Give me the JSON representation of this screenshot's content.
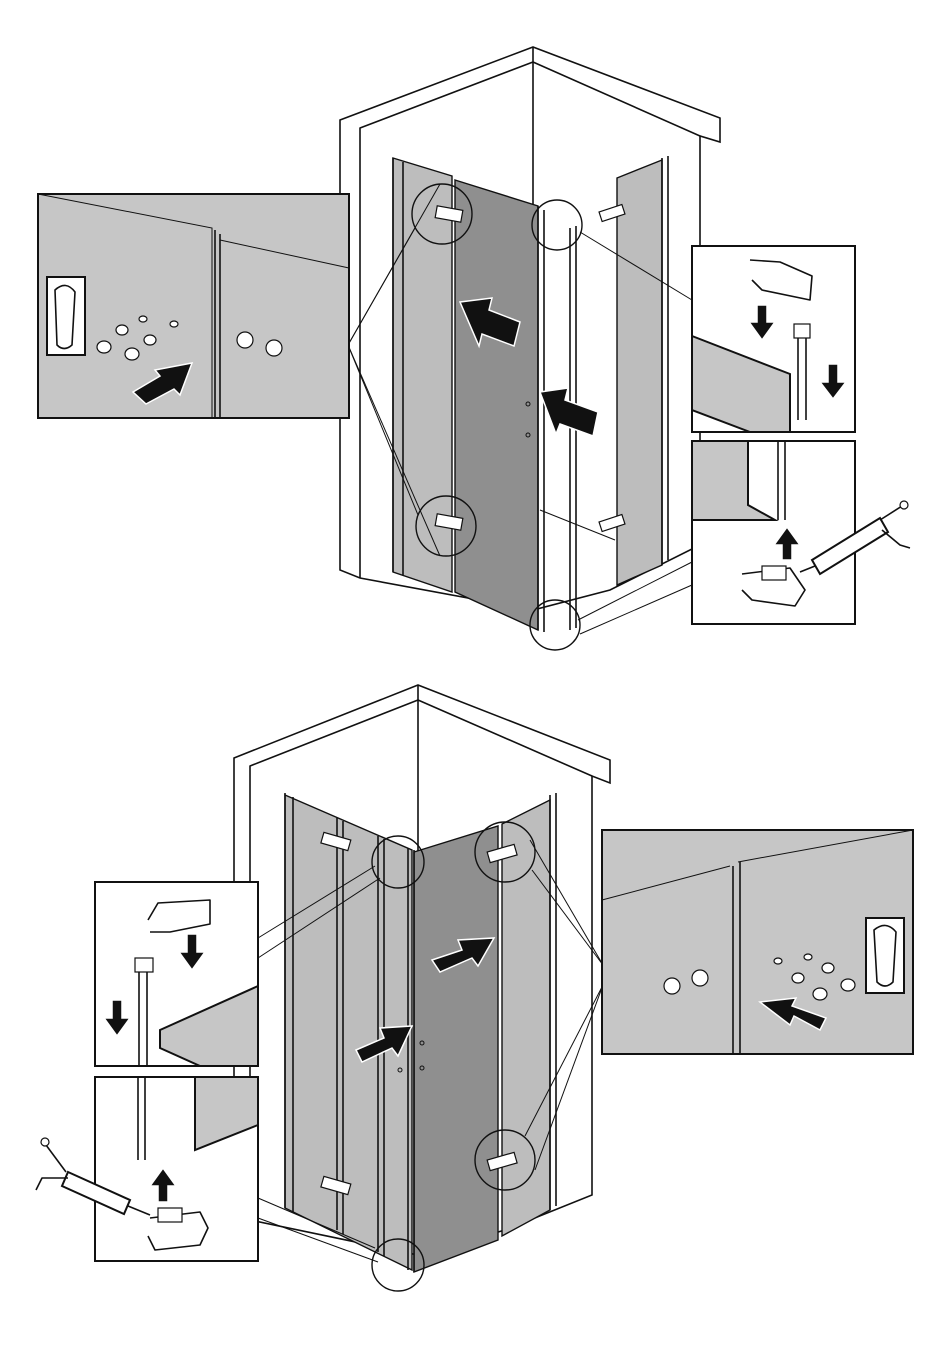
{
  "title": "",
  "colors": {
    "line": "#111111",
    "panel_light": "#bdbdbd",
    "panel_dark": "#8f8f8f",
    "inset_fill": "#c6c6c6",
    "background": "#ffffff"
  },
  "steps": [
    {
      "id": "upper",
      "insets": [
        "hinge-cover-fitting",
        "top-profile-cap",
        "bottom-profile-cap-with-sealant"
      ]
    },
    {
      "id": "lower",
      "insets": [
        "top-profile-cap",
        "bottom-profile-cap-with-sealant",
        "hinge-cover-fitting"
      ]
    }
  ]
}
